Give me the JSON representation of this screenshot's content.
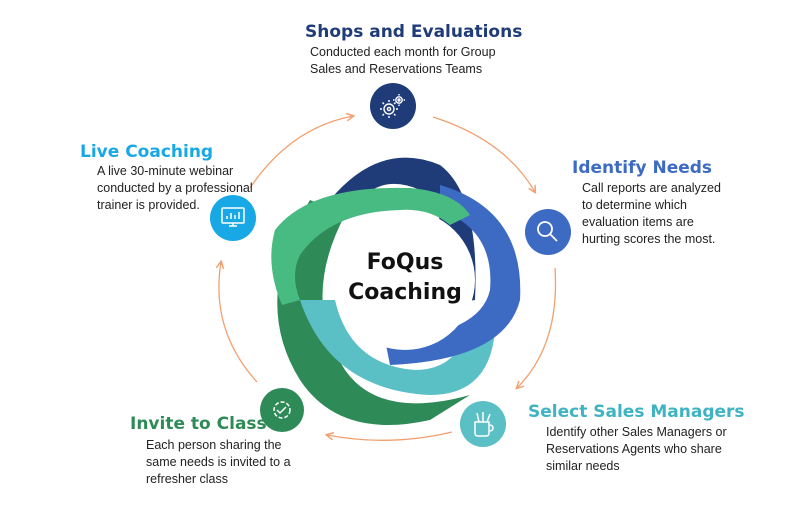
{
  "center": {
    "line1": "FoQus",
    "line2": "Coaching"
  },
  "colors": {
    "navy": "#1f3c78",
    "blue": "#3d6bc4",
    "teal": "#5bbfc6",
    "green": "#2e8b57",
    "sky": "#19a8e6",
    "arrow": "#f0a070"
  },
  "steps": [
    {
      "title": "Shops and Evaluations",
      "lines": [
        "Conducted each month for Group",
        "Sales and Reservations Teams"
      ],
      "icon": "gears-icon"
    },
    {
      "title": "Identify Needs",
      "lines": [
        "Call reports are analyzed",
        "to determine which",
        "evaluation items are",
        "hurting scores the most."
      ],
      "icon": "magnifier-icon"
    },
    {
      "title": "Select Sales Managers",
      "lines": [
        "Identify other Sales Managers or",
        "Reservations Agents who share",
        "similar needs"
      ],
      "icon": "pencil-cup-icon"
    },
    {
      "title": "Invite to Class",
      "lines": [
        "Each person sharing the",
        "same needs is invited to a",
        "refresher class"
      ],
      "icon": "gear-check-icon"
    },
    {
      "title": "Live Coaching",
      "lines": [
        "A live 30-minute webinar",
        "conducted by a professional",
        "trainer is provided."
      ],
      "icon": "monitor-chart-icon"
    }
  ]
}
